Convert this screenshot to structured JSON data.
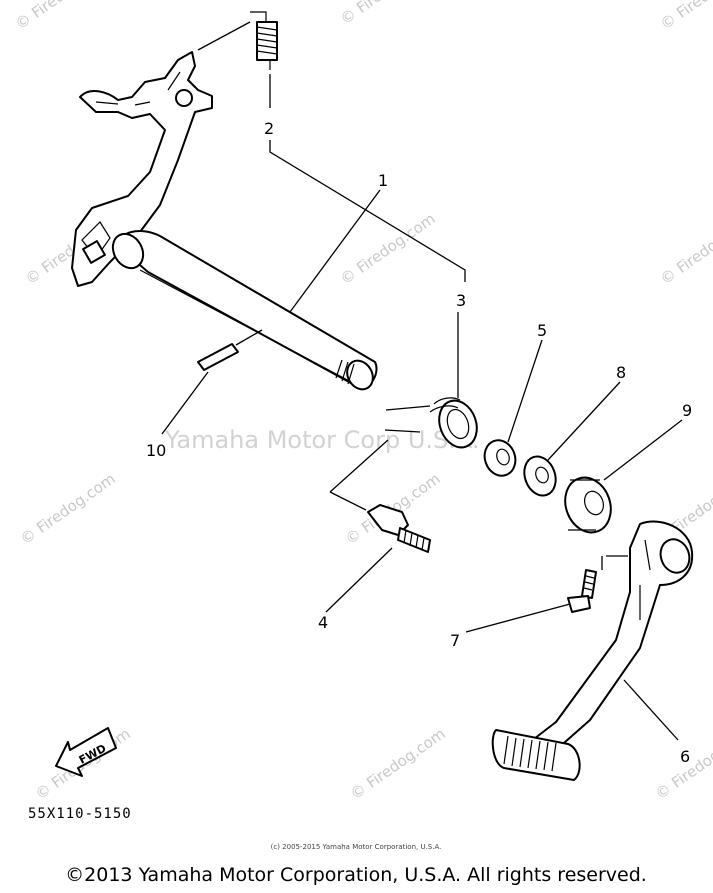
{
  "diagram": {
    "callouts": [
      {
        "id": "1",
        "label": "1"
      },
      {
        "id": "2",
        "label": "2"
      },
      {
        "id": "3",
        "label": "3"
      },
      {
        "id": "4",
        "label": "4"
      },
      {
        "id": "5",
        "label": "5"
      },
      {
        "id": "6",
        "label": "6"
      },
      {
        "id": "7",
        "label": "7"
      },
      {
        "id": "8",
        "label": "8"
      },
      {
        "id": "9",
        "label": "9"
      },
      {
        "id": "10",
        "label": "10"
      }
    ],
    "part_code": "55X110-5150",
    "fwd_label": "FWD",
    "ghost_text": "Yamaha Motor Corp U.S.A.",
    "watermark": "© Firedog.com",
    "small_copyright": "(c) 2005-2015 Yamaha Motor Corporation, U.S.A.",
    "copyright": "©2013 Yamaha Motor Corporation, U.S.A. All rights reserved."
  }
}
